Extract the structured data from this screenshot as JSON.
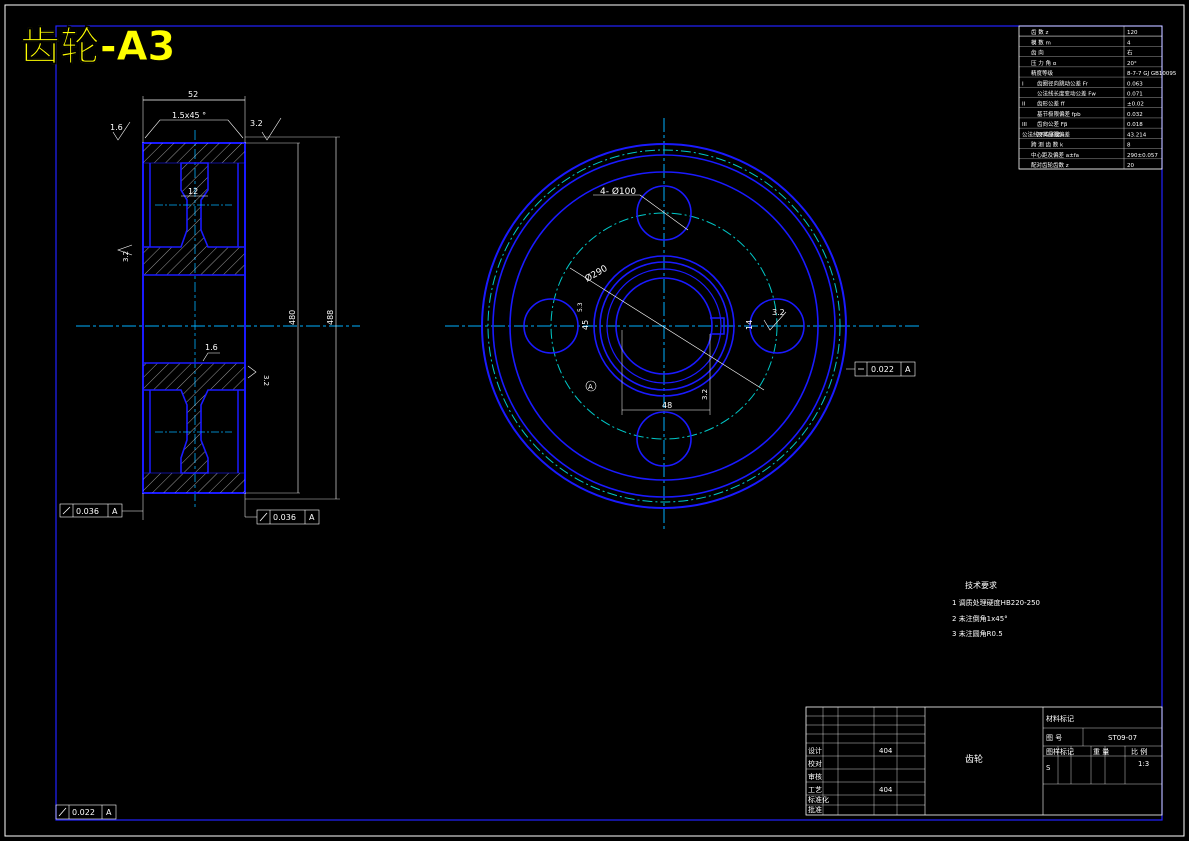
{
  "title": "齿轮-A3",
  "colors": {
    "background": "#000000",
    "frame": "#2222ff",
    "part": "#1a1aff",
    "centerline": "#00b0ff",
    "pitch": "#00c8c8",
    "dimension": "#ffffff",
    "title": "#ffff00"
  },
  "side_view": {
    "width_dim": "52",
    "chamfer": "1.5x45 °",
    "hub_width": "12",
    "diameter_1": "480",
    "diameter_2": "488",
    "roughness_top_left": "1.6",
    "roughness_top_right": "3.2",
    "roughness_left": "3.2",
    "roughness_mid": "1.6",
    "roughness_mid_right": "3.2",
    "tol_left": "0.036",
    "tol_left_datum": "A",
    "tol_right": "0.036",
    "tol_right_datum": "A"
  },
  "front_view": {
    "holes_label": "4- Ø100",
    "pcd_label": "Ø290",
    "bore_label": "48",
    "key_width": "14",
    "key_depth": "3.2",
    "bore_dim_a": "45",
    "bore_dim_b": "5.3",
    "roughness": "3.2",
    "datum": "A",
    "tol_value": "0.022",
    "tol_datum": "A"
  },
  "params_table": {
    "rows": [
      [
        "齿  数  z",
        "",
        "120"
      ],
      [
        "模  数  m",
        "",
        "4"
      ],
      [
        "齿  向",
        "",
        "右"
      ],
      [
        "压 力 角  α",
        "",
        "20°"
      ],
      [
        "精度等级",
        "",
        "8-7-7 GJ GB10095"
      ],
      [
        "I",
        "齿圈径向跳动公差 Fr",
        "0.063"
      ],
      [
        "",
        "公法线长度变动公差 Fw",
        "0.071"
      ],
      [
        "II",
        "齿形公差 ff",
        "±0.02"
      ],
      [
        "",
        "基节极限偏差 fpb",
        "0.032"
      ],
      [
        "III",
        "齿向公差 Fβ",
        "0.018"
      ],
      [
        "公法线平均长度",
        "及其极限偏差",
        "43.214"
      ],
      [
        "跨 测 齿 数  k",
        "",
        "8"
      ],
      [
        "中心距及偏差 a±fa",
        "",
        "290±0.057"
      ],
      [
        "配对齿轮齿数 z",
        "",
        "20"
      ]
    ]
  },
  "tech_notes": {
    "heading": "技术要求",
    "items": [
      "1 调质处理硬度HB220-250",
      "2 未注倒角1x45°",
      "3 未注圆角R0.5"
    ]
  },
  "title_block": {
    "part_name": "齿轮",
    "drawing_no": "ST09-07",
    "scale": "1:3",
    "stage": "S",
    "headers": [
      "图样标记",
      "重 量",
      "比 例"
    ],
    "label_number": "图 号",
    "label_material": "材料标记",
    "left_labels": [
      "设计",
      "校对",
      "审核",
      "工艺",
      "标准化",
      "批准"
    ],
    "designer": "404",
    "approver": "404"
  },
  "bottom_tol": {
    "value": "0.022",
    "datum": "A"
  }
}
